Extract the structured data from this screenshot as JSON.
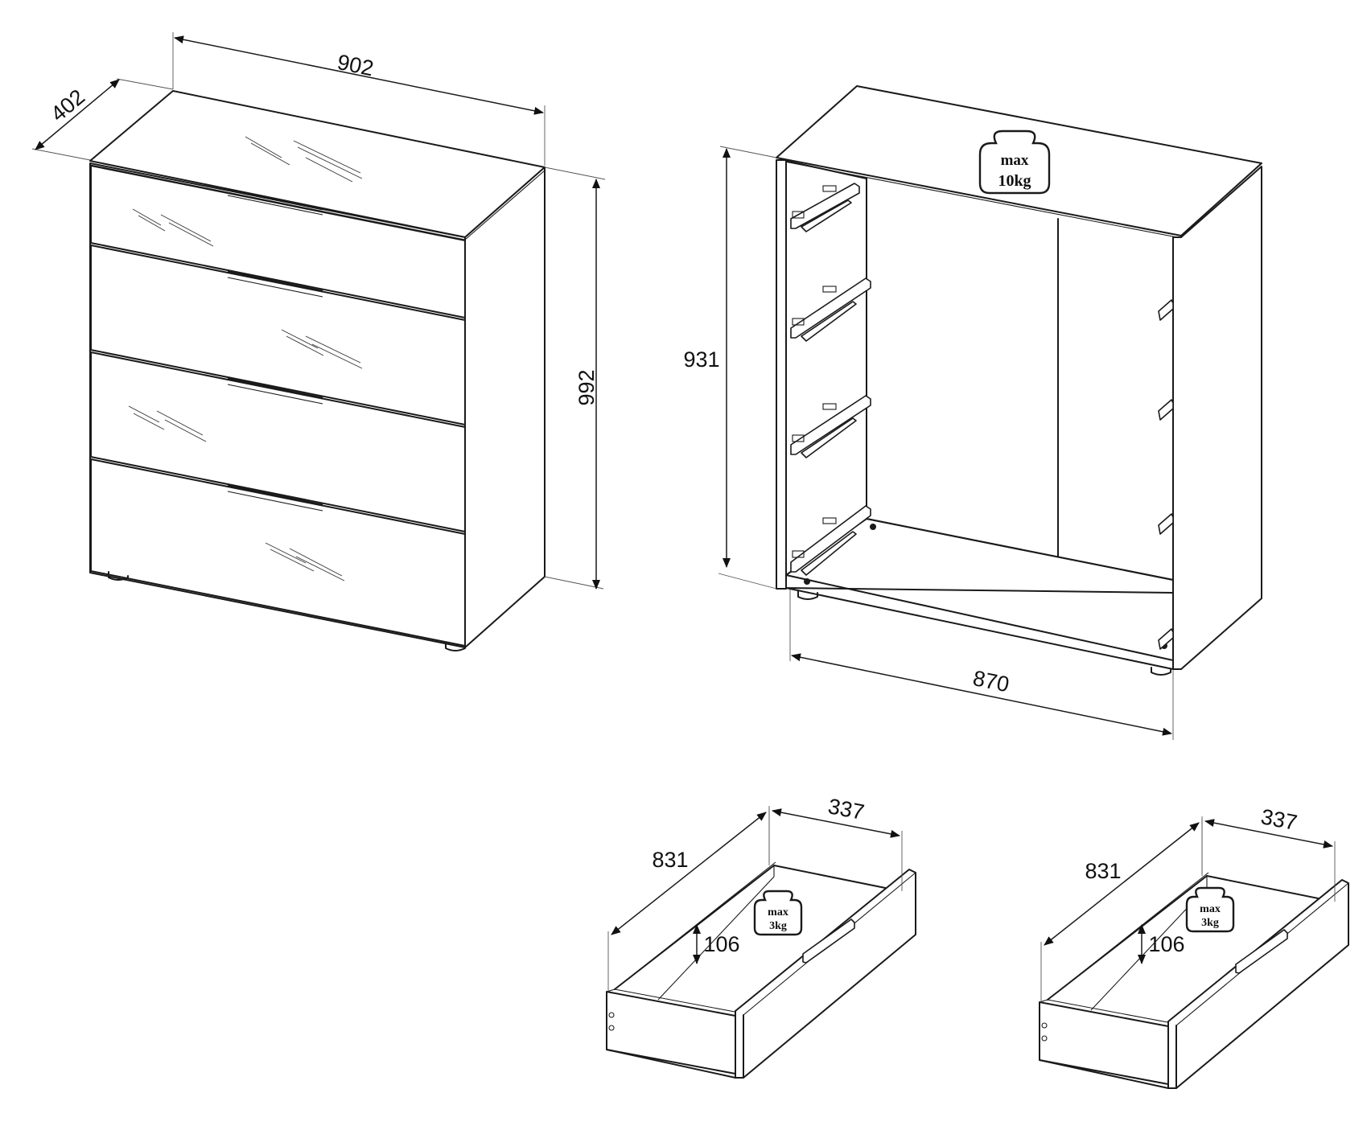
{
  "dimensions": {
    "chest_width": "902",
    "chest_depth": "402",
    "chest_height": "992",
    "inner_height": "931",
    "inner_width": "870",
    "drawer_left_length": "831",
    "drawer_left_width": "337",
    "drawer_left_height": "106",
    "drawer_right_length": "831",
    "drawer_right_width": "337",
    "drawer_right_height": "106"
  },
  "load_badges": {
    "carcass_max_line1": "max",
    "carcass_max_line2": "10kg",
    "drawer_left_line1": "max",
    "drawer_left_line2": "3kg",
    "drawer_right_line1": "max",
    "drawer_right_line2": "3kg"
  }
}
